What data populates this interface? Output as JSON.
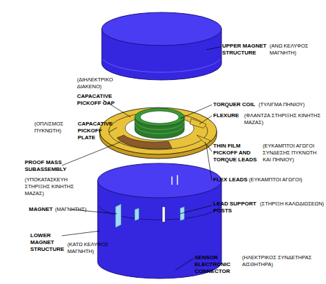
{
  "diagram": {
    "labels": [
      "UPPER MAGNET STRUCTURE",
      "(ΑΝΩ ΚΕΛΥΦΟΣ ΜΑΓΝΗΤΗ)",
      "(ΔΙΗΛΕΚΤΡΙΚΟ ΔΙΑΚΕΝΟ)",
      "CAPACATIVE PICKOFF GAP",
      "TORQUER COIL",
      "(ΤΥΛΙΓΜΑ ΠΗΝΙΟΥ)",
      "FLEXURE",
      "(ΦΛΑΝΤΖΑ ΣΤΗΡΙΞΗΣ ΚΙΝΗΤΗΣ ΜΑΖΑΣ)",
      "(ΟΠΛΙΣΜΟΣ ΠΥΚΝΩΤΗ)",
      "CAPACATIVE PICKOFF PLATE",
      "THIN FILM PICKOFF AND TORQUE LEADS",
      "(ΕΥΚΑΜΠΤΟΙ ΑΓΩΓΟΙ ΣΥΝΔΕΣΗΣ ΠΥΚΝΩΤΗ ΚΑΙ ΠΗΝΙΟΥ)",
      "PROOF MASS SUBASSEMBLY",
      "(ΥΠΟΚΑΤΑΣΚΕΥΗ ΣΤΗΡΙΞΗΣ ΚΙΝΗΤΗΣ ΜΑΖΑΣ)",
      "FLEX LEADS",
      "(ΕΥΚΑΜΠΤΟΙ ΑΓΩΓΟΙ)",
      "MAGNET",
      "(ΜΑΓΝΗΤΗΣ)",
      "LEAD SUPPORT POSTS",
      "(ΣΤΗΡΙΞΗ ΚΑΛΩΔΙΩΣΕΩΝ)",
      "LOWER MAGNET STRUCTURE",
      "(ΚΑΤΩ ΚΕΛΥΦΟΣ ΜΑΓΝΗΤΗ)",
      "SENSOR ELECTRONIC CONNECTOR",
      "(ΗΛΕΚΤΡΙΚΟΣ ΣΥΝΔΕΤΗΡΑΣ ΑΙΣΘΗΤΗΡΑ)"
    ]
  }
}
